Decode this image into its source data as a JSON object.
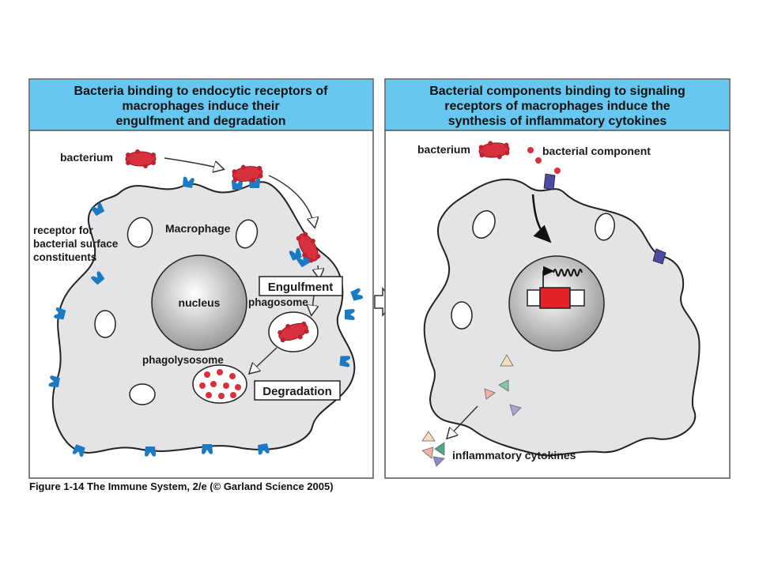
{
  "left_panel": {
    "header_lines": [
      "Bacteria binding to endocytic receptors of",
      "macrophages induce their",
      "engulfment and degradation"
    ],
    "labels": {
      "bacterium": "bacterium",
      "macrophage": "Macrophage",
      "receptor_lines": [
        "receptor for",
        "bacterial surface",
        "constituents"
      ],
      "nucleus": "nucleus",
      "phagosome": "phagosome",
      "phagolysosome": "phagolysosome",
      "engulfment": "Engulfment",
      "degradation": "Degradation"
    }
  },
  "right_panel": {
    "header_lines": [
      "Bacterial components binding to signaling",
      "receptors of macrophages induce the",
      "synthesis of inflammatory cytokines"
    ],
    "labels": {
      "bacterium": "bacterium",
      "bacterial_component": "bacterial component",
      "inflammatory_cytokines": "inflammatory cytokines"
    }
  },
  "caption": "Figure 1-14 The Immune System, 2/e (© Garland Science 2005)",
  "colors": {
    "header_bg": "#66c8f0",
    "cell_fill": "#e4e4e6",
    "bacterium": "#d9303d",
    "receptor": "#1a7ac4",
    "signal_receptor": "#4b4aa3"
  }
}
